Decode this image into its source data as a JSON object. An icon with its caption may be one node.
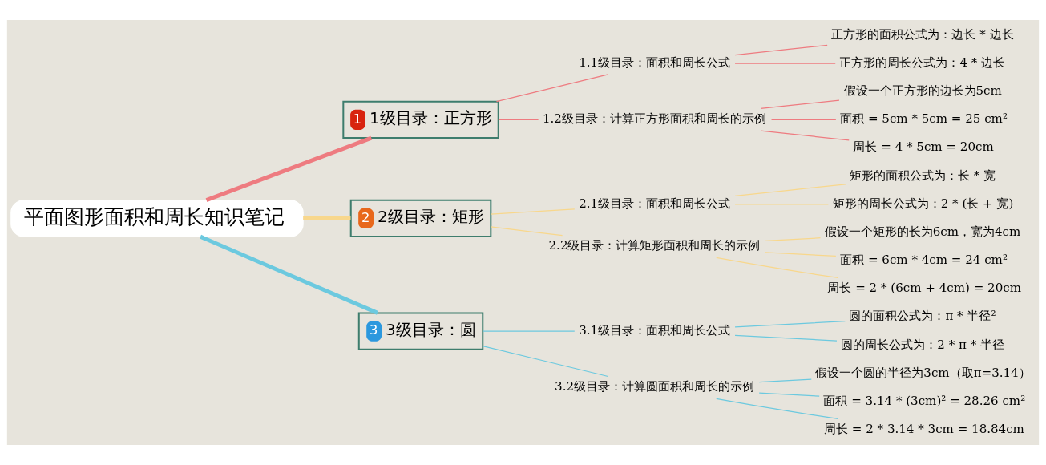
{
  "diagram": {
    "nodes": [
      {
        "text": [
          "平面图形面积和周长知识笔记"
        ]
      },
      {
        "text": [
          "1",
          "1级目录：正方形"
        ]
      },
      {
        "text": [
          "1.1级目录：面积和周长公式"
        ]
      },
      {
        "text": [
          "正方形的面积公式为：边长 * 边长"
        ]
      },
      {
        "text": [
          "正方形的周长公式为：4 * 边长"
        ]
      },
      {
        "text": [
          "1.2级目录：计算正方形面积和周长的示例"
        ]
      },
      {
        "text": [
          "假设一个正方形的边长为5cm"
        ]
      },
      {
        "text": [
          "面积 = 5cm * 5cm = 25 cm²"
        ]
      },
      {
        "text": [
          "周长 = 4 * 5cm = 20cm"
        ]
      },
      {
        "text": [
          "2",
          "2级目录：矩形"
        ]
      },
      {
        "text": [
          "2.1级目录：面积和周长公式"
        ]
      },
      {
        "text": [
          "矩形的面积公式为：长 * 宽"
        ]
      },
      {
        "text": [
          "矩形的周长公式为：2 * (长 + 宽)"
        ]
      },
      {
        "text": [
          "2.2级目录：计算矩形面积和周长的示例"
        ]
      },
      {
        "text": [
          "假设一个矩形的长为6cm，宽为4cm"
        ]
      },
      {
        "text": [
          "面积 = 6cm * 4cm = 24 cm²"
        ]
      },
      {
        "text": [
          "周长 = 2 * (6cm + 4cm) = 20cm"
        ]
      },
      {
        "text": [
          "3",
          "3级目录：圆"
        ]
      },
      {
        "text": [
          "3.1级目录：面积和周长公式"
        ]
      },
      {
        "text": [
          "圆的面积公式为：π * 半径²"
        ]
      },
      {
        "text": [
          "圆的周长公式为：2 * π * 半径"
        ]
      },
      {
        "text": [
          "3.2级目录：计算圆面积和周长的示例"
        ]
      },
      {
        "text": [
          "假设一个圆的半径为3cm（取π=3.14）"
        ]
      },
      {
        "text": [
          "面积 = 3.14 * (3cm)² = 28.26 cm²"
        ]
      },
      {
        "text": [
          "周长 = 2 * 3.14 * 3cm = 18.84cm"
        ]
      }
    ],
    "edges": [
      {
        "from": 0,
        "to": 1,
        "arrow": "none",
        "style": "thick",
        "color": "#ee7b80"
      },
      {
        "from": 1,
        "to": 2,
        "arrow": "none",
        "color": "#ee7b80"
      },
      {
        "from": 2,
        "to": 3,
        "arrow": "none",
        "color": "#ee7b80"
      },
      {
        "from": 2,
        "to": 4,
        "arrow": "none",
        "color": "#ee7b80"
      },
      {
        "from": 1,
        "to": 5,
        "arrow": "none",
        "color": "#ee7b80"
      },
      {
        "from": 5,
        "to": 6,
        "arrow": "none",
        "color": "#ee7b80"
      },
      {
        "from": 5,
        "to": 7,
        "arrow": "none",
        "color": "#ee7b80"
      },
      {
        "from": 5,
        "to": 8,
        "arrow": "none",
        "color": "#ee7b80"
      },
      {
        "from": 0,
        "to": 9,
        "arrow": "none",
        "style": "thick",
        "color": "#f8d78c"
      },
      {
        "from": 9,
        "to": 10,
        "arrow": "none",
        "color": "#f8d78c"
      },
      {
        "from": 10,
        "to": 11,
        "arrow": "none",
        "color": "#f8d78c"
      },
      {
        "from": 10,
        "to": 12,
        "arrow": "none",
        "color": "#f8d78c"
      },
      {
        "from": 9,
        "to": 13,
        "arrow": "none",
        "color": "#f8d78c"
      },
      {
        "from": 13,
        "to": 14,
        "arrow": "none",
        "color": "#f8d78c"
      },
      {
        "from": 13,
        "to": 15,
        "arrow": "none",
        "color": "#f8d78c"
      },
      {
        "from": 13,
        "to": 16,
        "arrow": "none",
        "color": "#f8d78c"
      },
      {
        "from": 0,
        "to": 17,
        "arrow": "none",
        "style": "thick",
        "color": "#6cc9df"
      },
      {
        "from": 17,
        "to": 18,
        "arrow": "none",
        "color": "#6cc9df"
      },
      {
        "from": 18,
        "to": 19,
        "arrow": "none",
        "color": "#6cc9df"
      },
      {
        "from": 18,
        "to": 20,
        "arrow": "none",
        "color": "#6cc9df"
      },
      {
        "from": 17,
        "to": 21,
        "arrow": "none",
        "color": "#6cc9df"
      },
      {
        "from": 21,
        "to": 22,
        "arrow": "none",
        "color": "#6cc9df"
      },
      {
        "from": 21,
        "to": 23,
        "arrow": "none",
        "color": "#6cc9df"
      },
      {
        "from": 21,
        "to": 24,
        "arrow": "none",
        "color": "#6cc9df"
      }
    ]
  }
}
